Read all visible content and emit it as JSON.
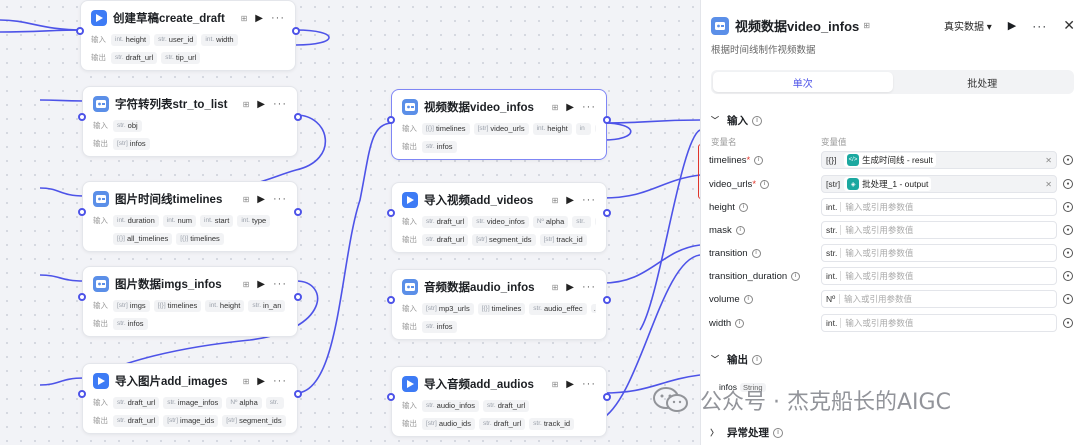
{
  "canvas": {
    "nodes": [
      {
        "id": "create_draft",
        "title": "创建草稿create_draft",
        "badge": "⊞",
        "icon": "play-icon",
        "rows": [
          {
            "label": "输入",
            "chips": [
              {
                "t": "int.",
                "n": "height"
              },
              {
                "t": "str.",
                "n": "user_id"
              },
              {
                "t": "int.",
                "n": "width"
              }
            ]
          },
          {
            "label": "输出",
            "chips": [
              {
                "t": "str.",
                "n": "draft_url"
              },
              {
                "t": "str.",
                "n": "tip_url"
              }
            ]
          }
        ]
      },
      {
        "id": "str_to_list",
        "title": "字符转列表str_to_list",
        "badge": "⊞",
        "icon": "plugin-icon",
        "rows": [
          {
            "label": "输入",
            "chips": [
              {
                "t": "str.",
                "n": "obj"
              }
            ]
          },
          {
            "label": "输出",
            "chips": [
              {
                "t": "[str]",
                "n": "infos"
              }
            ]
          }
        ]
      },
      {
        "id": "timelines",
        "title": "图片时间线timelines",
        "badge": "⊞",
        "icon": "plugin-icon",
        "rows": [
          {
            "label": "输入",
            "chips": [
              {
                "t": "int.",
                "n": "duration"
              },
              {
                "t": "int.",
                "n": "num"
              },
              {
                "t": "int.",
                "n": "start"
              },
              {
                "t": "int.",
                "n": "type"
              }
            ]
          },
          {
            "label": "",
            "chips": [
              {
                "t": "[{}]",
                "n": "all_timelines"
              },
              {
                "t": "[{}]",
                "n": "timelines"
              }
            ]
          }
        ]
      },
      {
        "id": "imgs_infos",
        "title": "图片数据imgs_infos",
        "badge": "⊞",
        "icon": "plugin-icon",
        "rows": [
          {
            "label": "输入",
            "chips": [
              {
                "t": "[str]",
                "n": "imgs"
              },
              {
                "t": "[{}]",
                "n": "timelines"
              },
              {
                "t": "int.",
                "n": "height"
              },
              {
                "t": "str.",
                "n": "in_an"
              }
            ],
            "more": "..."
          },
          {
            "label": "输出",
            "chips": [
              {
                "t": "str.",
                "n": "infos"
              }
            ]
          }
        ]
      },
      {
        "id": "add_images",
        "title": "导入图片add_images",
        "badge": "⊞",
        "icon": "play-icon",
        "rows": [
          {
            "label": "输入",
            "chips": [
              {
                "t": "str.",
                "n": "draft_url"
              },
              {
                "t": "str.",
                "n": "image_infos"
              },
              {
                "t": "Nº",
                "n": "alpha"
              },
              {
                "t": "str.",
                "n": ""
              }
            ],
            "more": "..."
          },
          {
            "label": "输出",
            "chips": [
              {
                "t": "str.",
                "n": "draft_url"
              },
              {
                "t": "[str]",
                "n": "image_ids"
              },
              {
                "t": "[str]",
                "n": "segment_ids"
              }
            ]
          }
        ]
      },
      {
        "id": "video_infos",
        "title": "视频数据video_infos",
        "badge": "⊞",
        "icon": "plugin-icon",
        "rows": [
          {
            "label": "输入",
            "chips": [
              {
                "t": "[{}]",
                "n": "timelines"
              },
              {
                "t": "[str]",
                "n": "video_urls"
              },
              {
                "t": "int.",
                "n": "height"
              },
              {
                "t": "in",
                "n": ""
              }
            ],
            "more": "..."
          },
          {
            "label": "输出",
            "chips": [
              {
                "t": "str.",
                "n": "infos"
              }
            ]
          }
        ]
      },
      {
        "id": "add_videos",
        "title": "导入视频add_videos",
        "badge": "⊞",
        "icon": "play-icon",
        "rows": [
          {
            "label": "输入",
            "chips": [
              {
                "t": "str.",
                "n": "draft_url"
              },
              {
                "t": "str.",
                "n": "video_infos"
              },
              {
                "t": "Nº",
                "n": "alpha"
              },
              {
                "t": "str.",
                "n": ""
              }
            ],
            "more": "..."
          },
          {
            "label": "输出",
            "chips": [
              {
                "t": "str.",
                "n": "draft_url"
              },
              {
                "t": "[str]",
                "n": "segment_ids"
              },
              {
                "t": "[str]",
                "n": "track_id"
              }
            ]
          }
        ]
      },
      {
        "id": "audio_infos",
        "title": "音频数据audio_infos",
        "badge": "⊞",
        "icon": "plugin-icon",
        "rows": [
          {
            "label": "输入",
            "chips": [
              {
                "t": "[str]",
                "n": "mp3_urls"
              },
              {
                "t": "[{}]",
                "n": "timelines"
              },
              {
                "t": "str.",
                "n": "audio_effec"
              }
            ],
            "more": "..."
          },
          {
            "label": "输出",
            "chips": [
              {
                "t": "str.",
                "n": "infos"
              }
            ]
          }
        ]
      },
      {
        "id": "add_audios",
        "title": "导入音频add_audios",
        "badge": "⊞",
        "icon": "play-icon",
        "rows": [
          {
            "label": "输入",
            "chips": [
              {
                "t": "str.",
                "n": "audio_infos"
              },
              {
                "t": "str.",
                "n": "draft_url"
              }
            ]
          },
          {
            "label": "输出",
            "chips": [
              {
                "t": "[str]",
                "n": "audio_ids"
              },
              {
                "t": "str.",
                "n": "draft_url"
              },
              {
                "t": "str.",
                "n": "track_id"
              }
            ]
          }
        ]
      }
    ]
  },
  "panel": {
    "title": "视频数据video_infos",
    "badge": "⊞",
    "mode": "真实数据 ▾",
    "run_icon": "▶",
    "more_icon": "···",
    "close_icon": "✕",
    "description": "根据时间线制作视频数据",
    "tabs": [
      "单次",
      "批处理"
    ],
    "input_section": "输入",
    "col_name": "变量名",
    "col_value": "变量值",
    "params": [
      {
        "name": "timelines",
        "required": "*",
        "type": "[{}]",
        "ref_icon": "</>",
        "ref": "生成时间线 - result"
      },
      {
        "name": "video_urls",
        "required": "*",
        "type": "[str]",
        "ref_icon": "◈",
        "ref": "批处理_1 - output"
      },
      {
        "name": "height",
        "required": "",
        "type": "int.",
        "placeholder": "输入或引用参数值"
      },
      {
        "name": "mask",
        "required": "",
        "type": "str.",
        "placeholder": "输入或引用参数值"
      },
      {
        "name": "transition",
        "required": "",
        "type": "str.",
        "placeholder": "输入或引用参数值"
      },
      {
        "name": "transition_duration",
        "required": "",
        "type": "int.",
        "placeholder": "输入或引用参数值"
      },
      {
        "name": "volume",
        "required": "",
        "type": "Nº",
        "placeholder": "输入或引用参数值"
      },
      {
        "name": "width",
        "required": "",
        "type": "int.",
        "placeholder": "输入或引用参数值"
      }
    ],
    "output_section": "输出",
    "output": {
      "name": "infos",
      "type": "String"
    },
    "error_section": "异常处理"
  },
  "watermark": "公众号 · 杰克船长的AIGC",
  "colors": {
    "accent": "#4d53e8",
    "highlight": "#e0352b",
    "wire": "#4d53e8"
  }
}
